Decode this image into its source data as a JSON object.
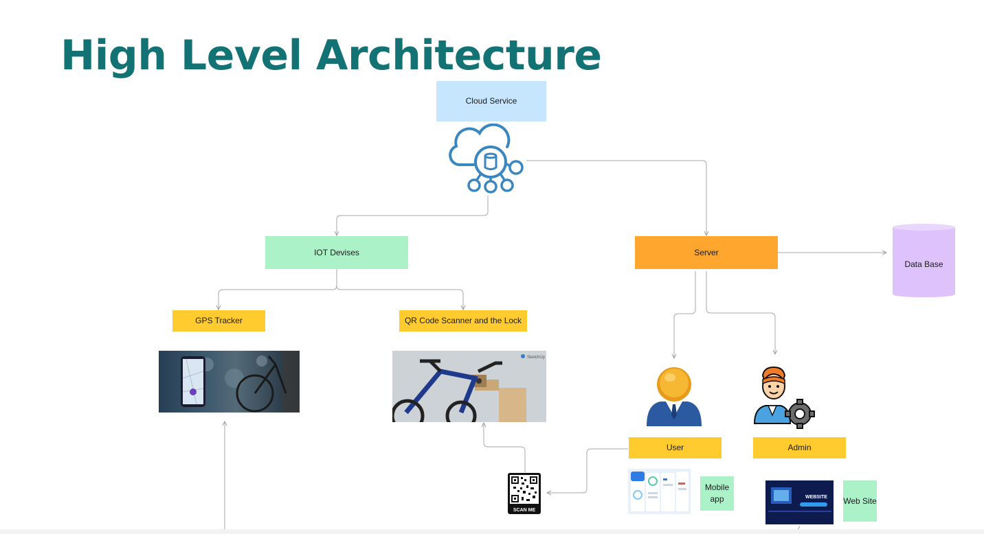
{
  "title": "High Level Architecture",
  "nodes": {
    "cloud_service": "Cloud Service",
    "iot_devises": "IOT Devises",
    "server": "Server",
    "data_base": "Data Base",
    "gps_tracker": "GPS Tracker",
    "qr_scanner_lock": "QR Code Scanner and the Lock",
    "user": "User",
    "admin": "Admin",
    "mobile_app": "Mobile app",
    "web_site": "Web Site"
  },
  "image_labels": {
    "qr_scan_me": "SCAN ME",
    "sketchup_watermark": "SketchUp",
    "website_screen": "WEBSITE"
  },
  "colors": {
    "title": "#137274",
    "cloud_box": "#c5e6fd",
    "iot_box": "#abf2c9",
    "server_box": "#fea62e",
    "yellow_box": "#ffcb2e",
    "database": "#ddc2fc",
    "connector": "#9e9e9e"
  }
}
